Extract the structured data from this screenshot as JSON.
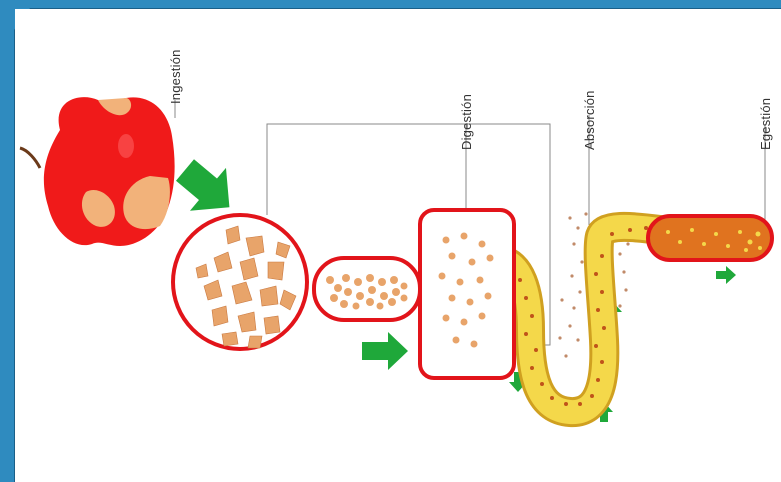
{
  "diagram": {
    "labels": {
      "ingestion": "Ingestión",
      "digestion": "Digestión",
      "absorption": "Absorción",
      "egestion": "Egestión"
    }
  },
  "colors": {
    "frame_blue": "#1a5f88",
    "frame_light": "#2f8bbf",
    "panel": "#ffffff",
    "organ_outline": "#e2141a",
    "apple_red": "#f01a1a",
    "apple_flesh": "#f2b27a",
    "food_piece": "#e8a46a",
    "intestine_yellow": "#f4d84a",
    "feces_orange": "#e0731f",
    "arrow_green": "#1fa83a",
    "leader_line": "#8a8a8a"
  },
  "icons": [
    "apple-icon",
    "green-arrow-icon"
  ]
}
